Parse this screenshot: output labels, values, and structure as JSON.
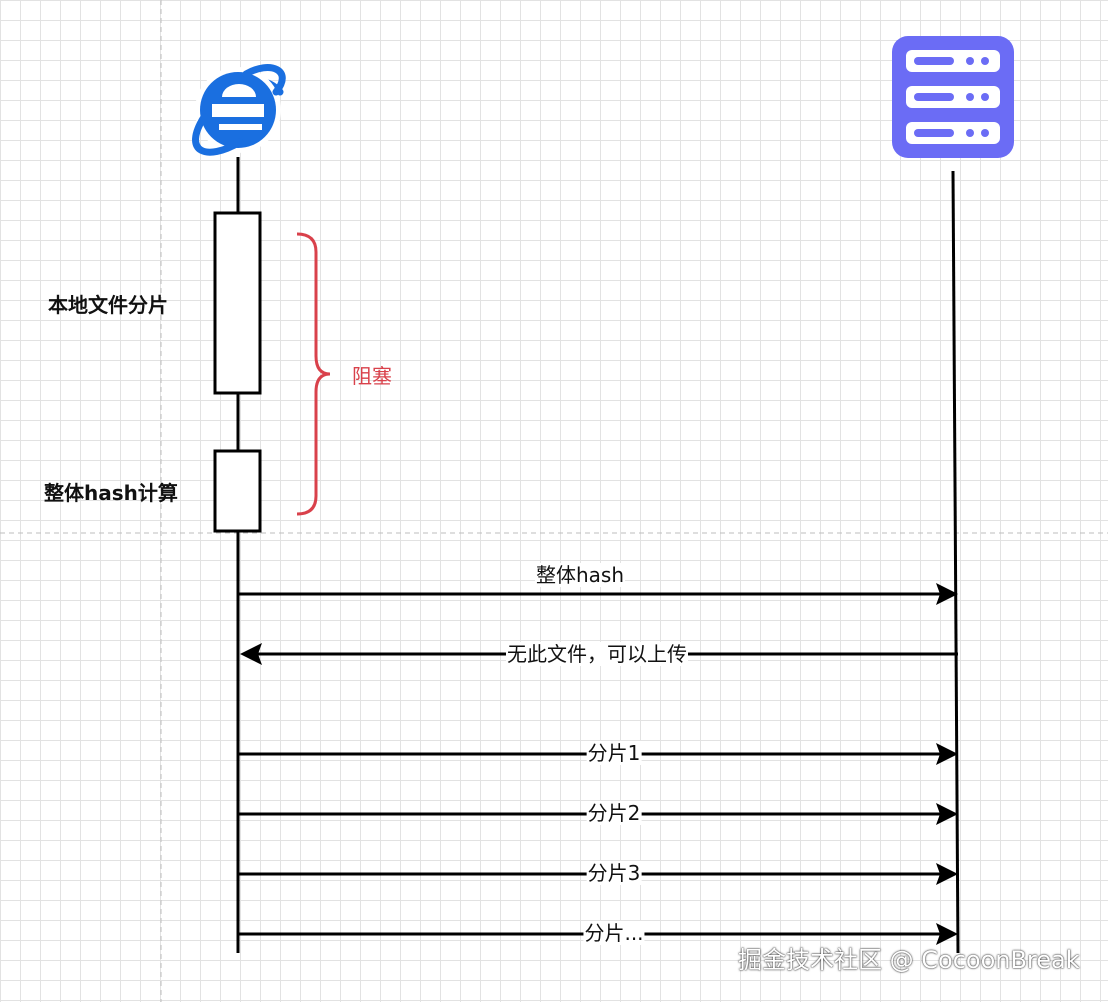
{
  "labels": {
    "local_split": "本地文件分片",
    "whole_hash_calc": "整体hash计算",
    "blocking": "阻塞"
  },
  "messages": [
    {
      "text": "整体hash",
      "direction": "to_server"
    },
    {
      "text": "无此文件，可以上传",
      "direction": "to_client"
    },
    {
      "text": "分片1",
      "direction": "to_server"
    },
    {
      "text": "分片2",
      "direction": "to_server"
    },
    {
      "text": "分片3",
      "direction": "to_server"
    },
    {
      "text": "分片...",
      "direction": "to_server"
    }
  ],
  "watermark": "掘金技术社区 @ CocoonBreak",
  "icons": {
    "client": "ie-browser-icon",
    "server": "server-icon"
  },
  "colors": {
    "brace": "#d9414b",
    "browser": "#1a6fe0",
    "server": "#6b6cf5"
  }
}
